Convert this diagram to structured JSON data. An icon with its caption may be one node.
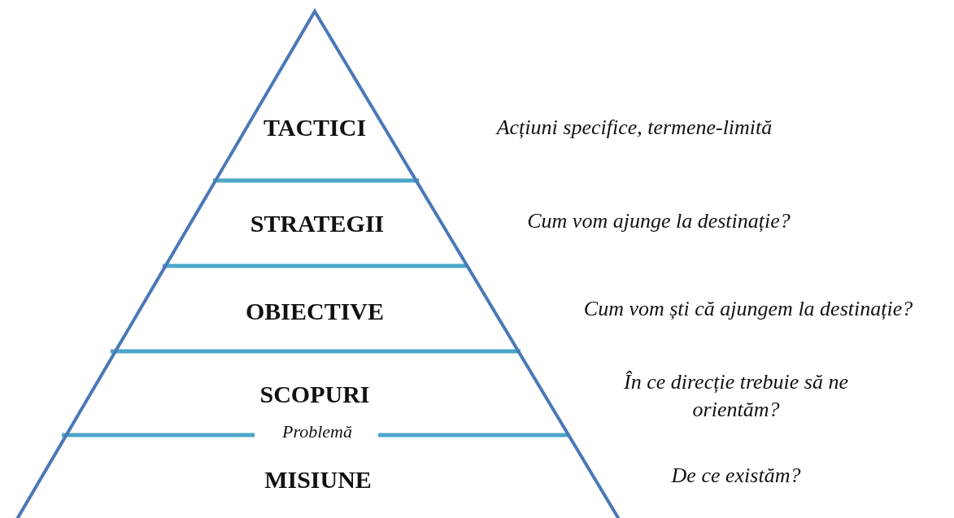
{
  "diagram": {
    "nodes": [
      {
        "text": [
          "TACTICI"
        ]
      },
      {
        "text": [
          "STRATEGII"
        ]
      },
      {
        "text": [
          "OBIECTIVE"
        ]
      },
      {
        "text": [
          "SCOPURI"
        ]
      },
      {
        "text": [
          "MISIUNE"
        ]
      }
    ],
    "labels": [
      "Acțiuni specifice, termene-limită",
      "Cum vom ajunge la destinație?",
      "Cum vom ști că ajungem la destinație?",
      "În ce direcție trebuie să ne orientăm?",
      "Problemă",
      "De ce existăm?"
    ]
  }
}
